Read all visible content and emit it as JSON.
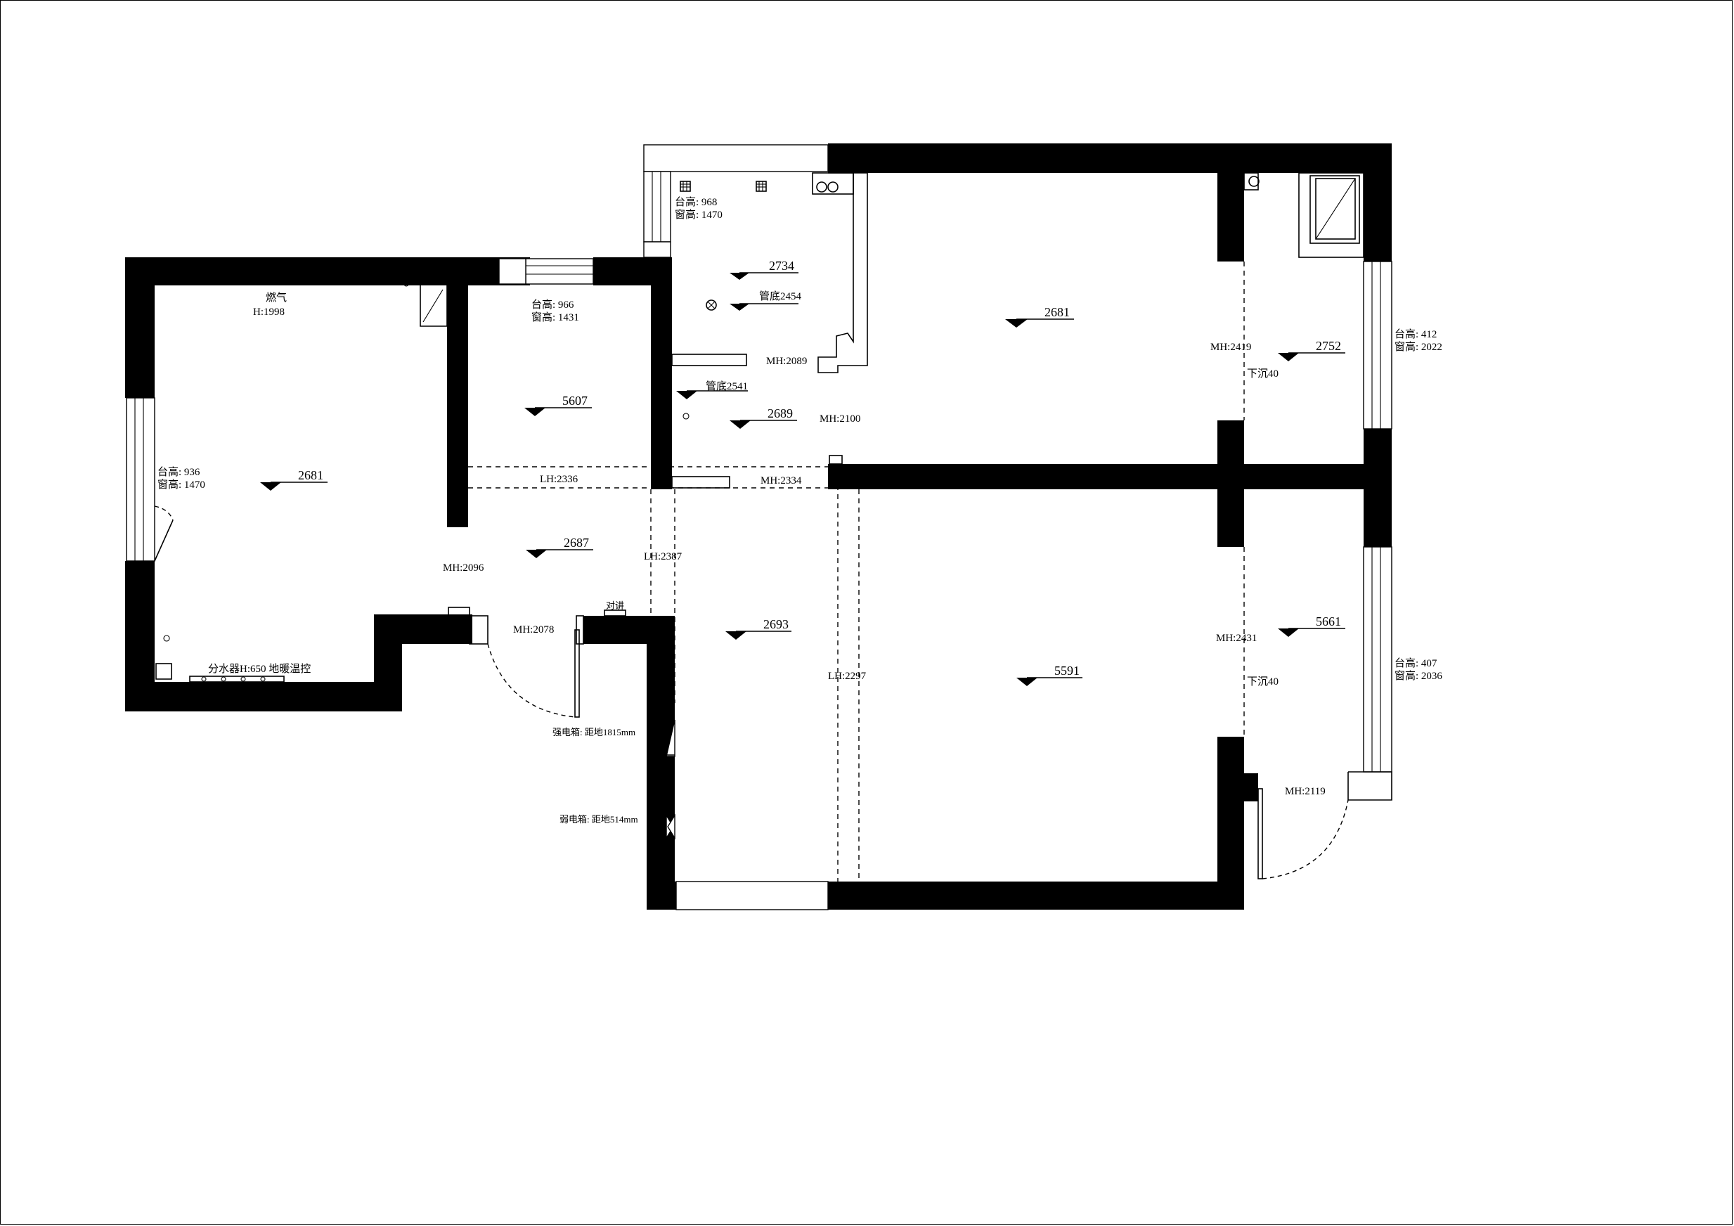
{
  "labels": {
    "gas": "燃气",
    "gas_h": "H:1998",
    "win_living_sill": "台高: 936",
    "win_living_height": "窗高: 1470",
    "win_mid_sill": "台高: 966",
    "win_mid_height": "窗高: 1431",
    "win_kitchen_sill": "台高: 968",
    "win_kitchen_height": "窗高: 1470",
    "win_right_top_sill": "台高: 412",
    "win_right_top_height": "窗高: 2022",
    "win_right_bottom_sill": "台高: 407",
    "win_right_bottom_height": "窗高: 2036",
    "pipe_2454": "管底2454",
    "pipe_2541": "管底2541",
    "manifold": "分水器H:650 地暖温控",
    "intercom": "对讲",
    "strong_box": "强电箱: 距地1815mm",
    "weak_box": "弱电箱: 距地514mm",
    "sunken_top": "下沉40",
    "sunken_bottom": "下沉40"
  },
  "heights": {
    "mh_2089": "MH:2089",
    "mh_2100": "MH:2100",
    "mh_2334": "MH:2334",
    "lh_2336": "LH:2336",
    "mh_2096": "MH:2096",
    "lh_2387": "LH:2387",
    "mh_2078": "MH:2078",
    "lh_2297": "LH:2297",
    "mh_2419": "MH:2419",
    "mh_2431": "MH:2431",
    "mh_2119": "MH:2119"
  },
  "elevations": {
    "e_2734": "2734",
    "e_2681_top": "2681",
    "e_2752": "2752",
    "e_5607": "5607",
    "e_2689": "2689",
    "e_2681_left": "2681",
    "e_2687": "2687",
    "e_2693": "2693",
    "e_5591": "5591",
    "e_5661": "5661"
  }
}
